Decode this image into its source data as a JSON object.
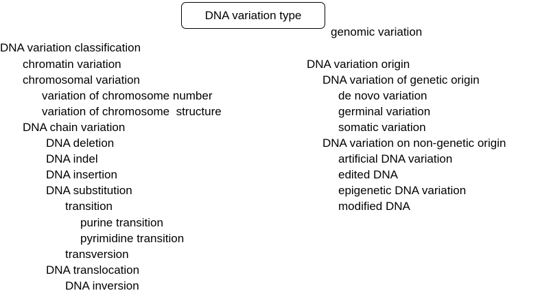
{
  "root": {
    "label": "DNA variation type"
  },
  "genomic": {
    "label": "genomic variation"
  },
  "classification": {
    "label": "DNA variation classification",
    "chromatin": "chromatin variation",
    "chromosomal": {
      "label": "chromosomal variation",
      "number": "variation of chromosome number",
      "structure": "variation of chromosome  structure"
    },
    "chain": {
      "label": "DNA chain variation",
      "deletion": "DNA deletion",
      "indel": "DNA indel",
      "insertion": "DNA insertion",
      "substitution": {
        "label": "DNA substitution",
        "transition": {
          "label": "transition",
          "purine": "purine transition",
          "pyrimidine": "pyrimidine transition"
        },
        "transversion": "transversion"
      },
      "translocation": {
        "label": "DNA translocation",
        "inversion": "DNA inversion"
      }
    }
  },
  "origin": {
    "label": "DNA variation origin",
    "genetic": {
      "label": "DNA variation of genetic origin",
      "de_novo": "de novo variation",
      "germinal": "germinal variation",
      "somatic": "somatic variation"
    },
    "non_genetic": {
      "label": "DNA variation on non-genetic origin",
      "artificial": "artificial DNA variation",
      "edited": "edited DNA",
      "epigenetic": "epigenetic DNA variation",
      "modified": "modified DNA"
    }
  }
}
